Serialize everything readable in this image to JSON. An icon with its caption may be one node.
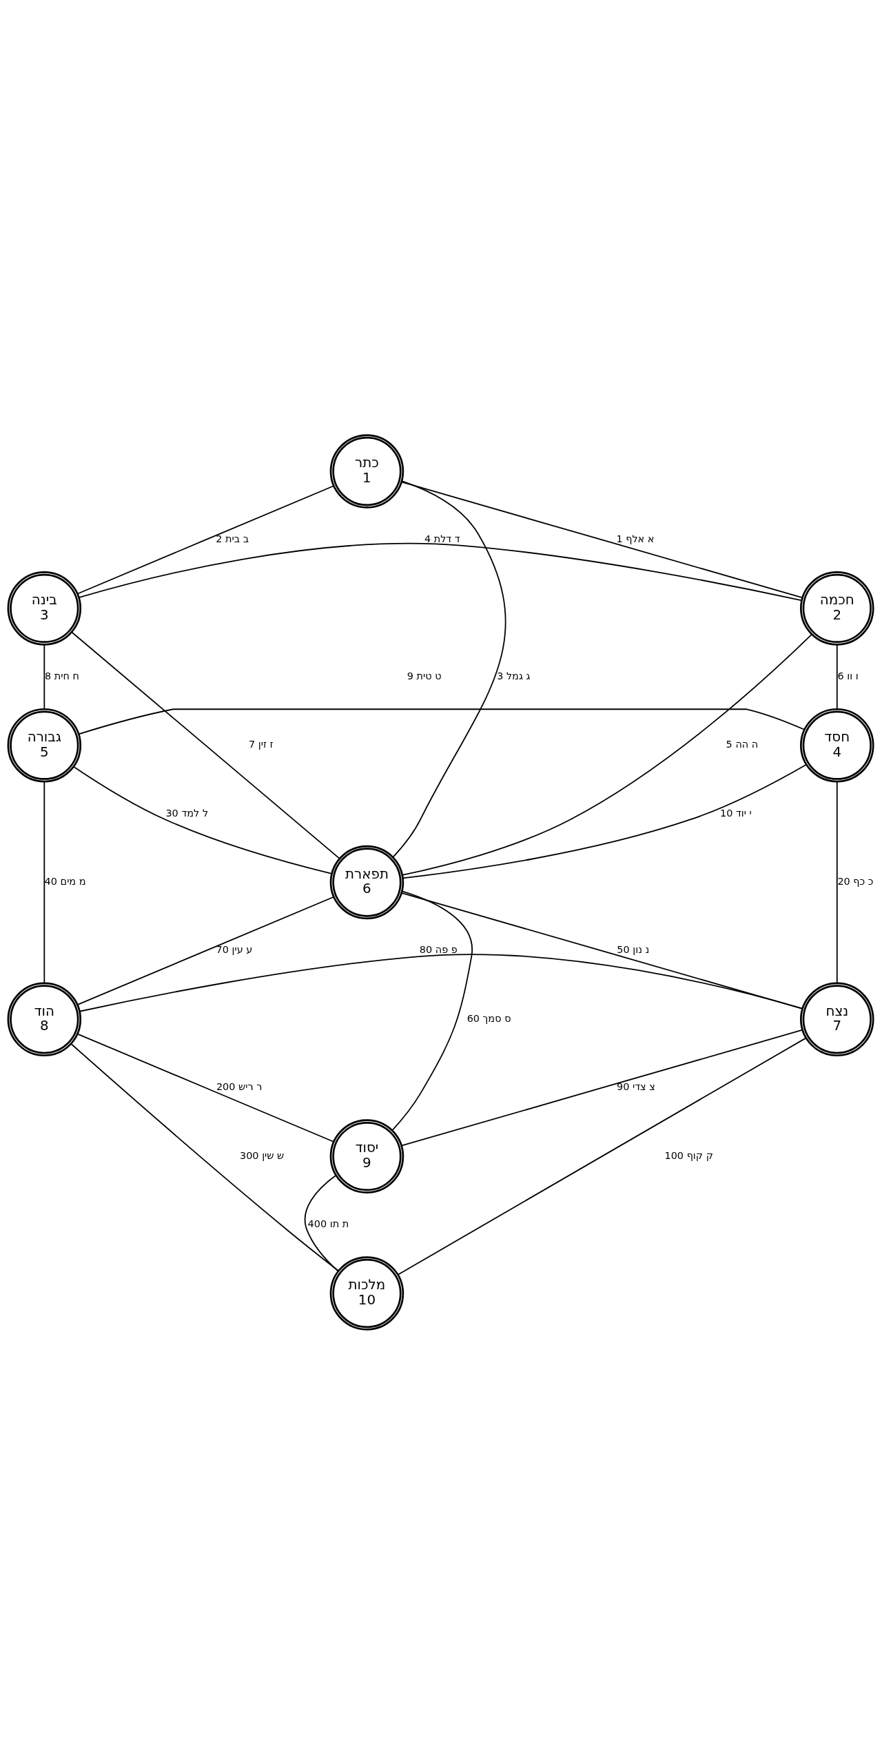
{
  "diagram": {
    "nodes": [
      {
        "text": [
          "כתר",
          "1"
        ]
      },
      {
        "text": [
          "חכמה",
          "2"
        ]
      },
      {
        "text": [
          "בינה",
          "3"
        ]
      },
      {
        "text": [
          "חסד",
          "4"
        ]
      },
      {
        "text": [
          "גבורה",
          "5"
        ]
      },
      {
        "text": [
          "תפארת",
          "6"
        ]
      },
      {
        "text": [
          "נצח",
          "7"
        ]
      },
      {
        "text": [
          "הוד",
          "8"
        ]
      },
      {
        "text": [
          "יסוד",
          "9"
        ]
      },
      {
        "text": [
          "מלכות",
          "10"
        ]
      }
    ],
    "edges": [
      {
        "from": 0,
        "to": 1,
        "arrow": "none",
        "label": "1 א אלף"
      },
      {
        "from": 0,
        "to": 2,
        "arrow": "none",
        "label": "2 ב בית"
      },
      {
        "from": 0,
        "to": 5,
        "arrow": "none",
        "label": "3 ג גמל"
      },
      {
        "from": 1,
        "to": 2,
        "arrow": "none",
        "label": "4 ד דלת"
      },
      {
        "from": 1,
        "to": 5,
        "arrow": "none",
        "label": "5 ה הה"
      },
      {
        "from": 1,
        "to": 3,
        "arrow": "none",
        "label": "6 ו וו"
      },
      {
        "from": 2,
        "to": 5,
        "arrow": "none",
        "label": "7 ז זין"
      },
      {
        "from": 2,
        "to": 4,
        "arrow": "none",
        "label": "8 ח חית"
      },
      {
        "from": 3,
        "to": 4,
        "arrow": "none",
        "label": "9 ט טית"
      },
      {
        "from": 3,
        "to": 5,
        "arrow": "none",
        "label": "10 י יוד"
      },
      {
        "from": 3,
        "to": 6,
        "arrow": "none",
        "label": "20 כ כף"
      },
      {
        "from": 4,
        "to": 5,
        "arrow": "none",
        "label": "30 ל למד"
      },
      {
        "from": 4,
        "to": 7,
        "arrow": "none",
        "label": "40 מ מים"
      },
      {
        "from": 5,
        "to": 6,
        "arrow": "none",
        "label": "50 נ נון"
      },
      {
        "from": 5,
        "to": 8,
        "arrow": "none",
        "label": "60 ס סמך"
      },
      {
        "from": 5,
        "to": 7,
        "arrow": "none",
        "label": "70 ע עין"
      },
      {
        "from": 6,
        "to": 7,
        "arrow": "none",
        "label": "80 פ פה"
      },
      {
        "from": 6,
        "to": 8,
        "arrow": "none",
        "label": "90 צ צדי"
      },
      {
        "from": 6,
        "to": 9,
        "arrow": "none",
        "label": "100 ק קוף"
      },
      {
        "from": 7,
        "to": 8,
        "arrow": "none",
        "label": "200 ר ריש"
      },
      {
        "from": 7,
        "to": 9,
        "arrow": "none",
        "label": "300 ש שין"
      },
      {
        "from": 8,
        "to": 9,
        "arrow": "none",
        "label": "400 ת תו"
      }
    ]
  }
}
